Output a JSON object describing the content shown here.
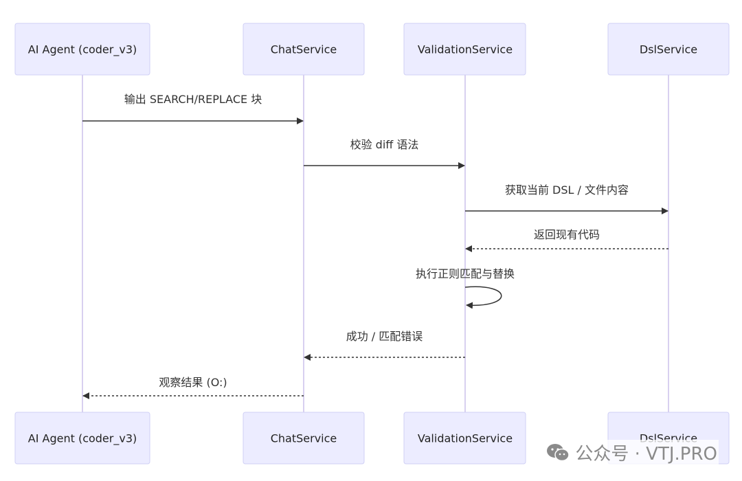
{
  "participants": [
    {
      "id": "agent",
      "label": "AI Agent (coder_v3)"
    },
    {
      "id": "chat",
      "label": "ChatService"
    },
    {
      "id": "validation",
      "label": "ValidationService"
    },
    {
      "id": "dsl",
      "label": "DslService"
    }
  ],
  "messages": [
    {
      "from": "agent",
      "to": "chat",
      "label": "输出 SEARCH/REPLACE 块",
      "style": "solid"
    },
    {
      "from": "chat",
      "to": "validation",
      "label": "校验 diff 语法",
      "style": "solid"
    },
    {
      "from": "validation",
      "to": "dsl",
      "label": "获取当前 DSL / 文件内容",
      "style": "solid"
    },
    {
      "from": "dsl",
      "to": "validation",
      "label": "返回现有代码",
      "style": "dashed"
    },
    {
      "from": "validation",
      "to": "validation",
      "label": "执行正则匹配与替换",
      "style": "solid"
    },
    {
      "from": "validation",
      "to": "chat",
      "label": "成功 / 匹配错误",
      "style": "dashed"
    },
    {
      "from": "chat",
      "to": "agent",
      "label": "观察结果 (O:)",
      "style": "dashed"
    }
  ],
  "watermark": {
    "icon": "wechat-icon",
    "text": "公众号 · VTJ.PRO"
  },
  "colors": {
    "actor_fill": "#ececff",
    "actor_stroke": "#cfcff5",
    "lifeline": "#d8d0f0",
    "arrow": "#333333"
  }
}
